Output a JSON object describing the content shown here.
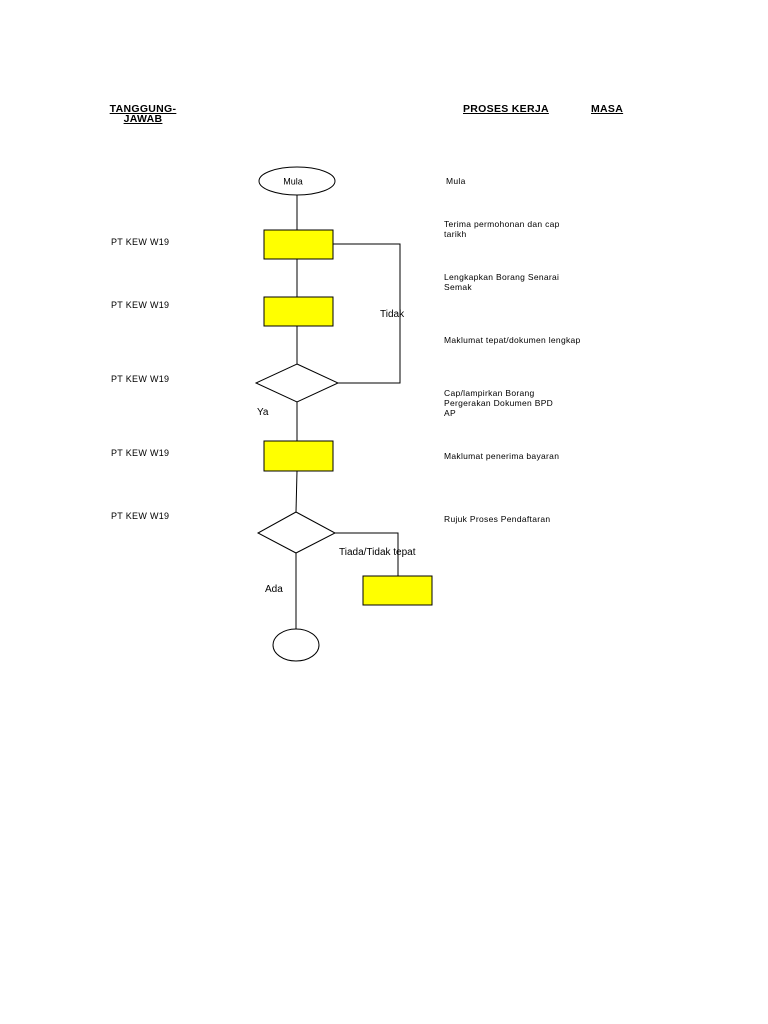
{
  "headers": {
    "responsibility": "TANGGUNG-\nJAWAB",
    "process": "PROSES KERJA",
    "time": "MASA"
  },
  "responsibility_rows": [
    "PT KEW W19",
    "PT KEW W19",
    "PT KEW W19",
    "PT KEW W19",
    "PT KEW W19"
  ],
  "descriptions": [
    "Mula",
    "Terima permohonan dan cap tarikh",
    "Lengkapkan Borang Senarai Semak",
    "Maklumat tepat/dokumen lengkap",
    "Cap/lampirkan Borang Pergerakan Dokumen BPD AP",
    "Maklumat penerima bayaran",
    "Rujuk Proses Pendaftaran"
  ],
  "flow": {
    "start_label": "Mula",
    "no_label": "Tidak",
    "yes_label": "Ya",
    "none_label": "Tiada/Tidak tepat",
    "exists_label": "Ada"
  },
  "colors": {
    "process_fill": "#ffff00",
    "line": "#000000"
  }
}
